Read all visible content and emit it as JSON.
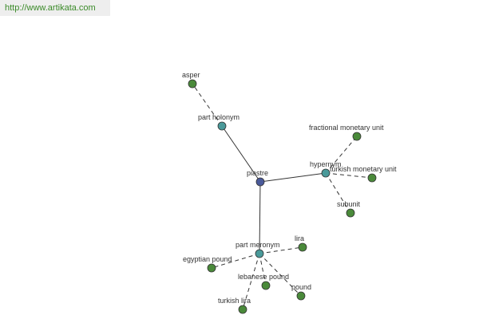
{
  "source_url": "http://www.artikata.com",
  "colors": {
    "center": "#4a5a9a",
    "relation": "#4a9a9a",
    "leaf": "#4a8a3a"
  },
  "nodes": [
    {
      "id": "piastre",
      "label": "piastre",
      "kind": "center"
    },
    {
      "id": "part-holonym",
      "label": "part holonym",
      "kind": "relation"
    },
    {
      "id": "hypernym",
      "label": "hypernym",
      "kind": "relation"
    },
    {
      "id": "part-meronym",
      "label": "part meronym",
      "kind": "relation"
    },
    {
      "id": "asper",
      "label": "asper",
      "kind": "leaf"
    },
    {
      "id": "fractional-monetary-unit",
      "label": "fractional monetary unit",
      "kind": "leaf"
    },
    {
      "id": "turkish-monetary-unit",
      "label": "turkish monetary unit",
      "kind": "leaf"
    },
    {
      "id": "subunit",
      "label": "subunit",
      "kind": "leaf"
    },
    {
      "id": "lira",
      "label": "lira",
      "kind": "leaf"
    },
    {
      "id": "egyptian-pound",
      "label": "egyptian pound",
      "kind": "leaf"
    },
    {
      "id": "lebanese-pound",
      "label": "lebanese pound",
      "kind": "leaf"
    },
    {
      "id": "pound",
      "label": "pound",
      "kind": "leaf"
    },
    {
      "id": "turkish-lira",
      "label": "turkish lira",
      "kind": "leaf"
    }
  ],
  "edges": [
    {
      "from": "piastre",
      "to": "part-holonym",
      "style": "solid"
    },
    {
      "from": "piastre",
      "to": "hypernym",
      "style": "solid"
    },
    {
      "from": "piastre",
      "to": "part-meronym",
      "style": "solid"
    },
    {
      "from": "part-holonym",
      "to": "asper",
      "style": "dashed"
    },
    {
      "from": "hypernym",
      "to": "fractional-monetary-unit",
      "style": "dashed"
    },
    {
      "from": "hypernym",
      "to": "turkish-monetary-unit",
      "style": "dashed"
    },
    {
      "from": "hypernym",
      "to": "subunit",
      "style": "dashed"
    },
    {
      "from": "part-meronym",
      "to": "lira",
      "style": "dashed"
    },
    {
      "from": "part-meronym",
      "to": "egyptian-pound",
      "style": "dashed"
    },
    {
      "from": "part-meronym",
      "to": "lebanese-pound",
      "style": "dashed"
    },
    {
      "from": "part-meronym",
      "to": "pound",
      "style": "dashed"
    },
    {
      "from": "part-meronym",
      "to": "turkish-lira",
      "style": "dashed"
    }
  ]
}
